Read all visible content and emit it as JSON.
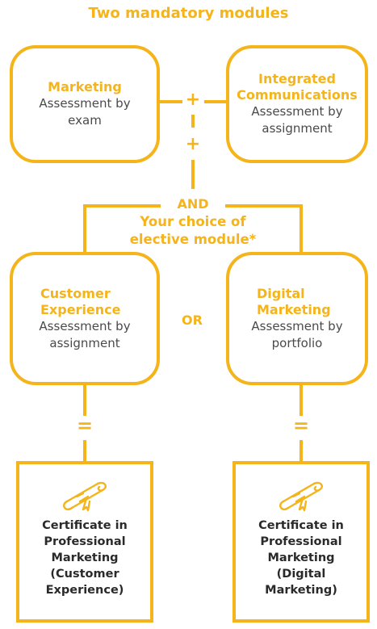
{
  "title": "Two mandatory modules",
  "mandatory": [
    {
      "name": "Marketing",
      "desc": "Assessment by exam"
    },
    {
      "name": "Integrated Communications",
      "desc": "Assessment by assignment"
    }
  ],
  "connectors": {
    "plus1": "+",
    "plus2": "+",
    "and": "AND",
    "or": "OR",
    "equals": "="
  },
  "elective_heading": "Your choice of elective module*",
  "electives": [
    {
      "name": "Customer Experience",
      "desc": "Assessment by assignment"
    },
    {
      "name": "Digital Marketing",
      "desc": "Assessment by portfolio"
    }
  ],
  "certificates": [
    {
      "text": "Certificate in Professional Marketing (Customer Experience)"
    },
    {
      "text": "Certificate in Professional Marketing (Digital Marketing)"
    }
  ],
  "colors": {
    "accent": "#f4b41a",
    "text": "#4a4a4a",
    "cert_text": "#2a2a2a"
  },
  "icons": [
    "scroll-diploma-icon"
  ]
}
